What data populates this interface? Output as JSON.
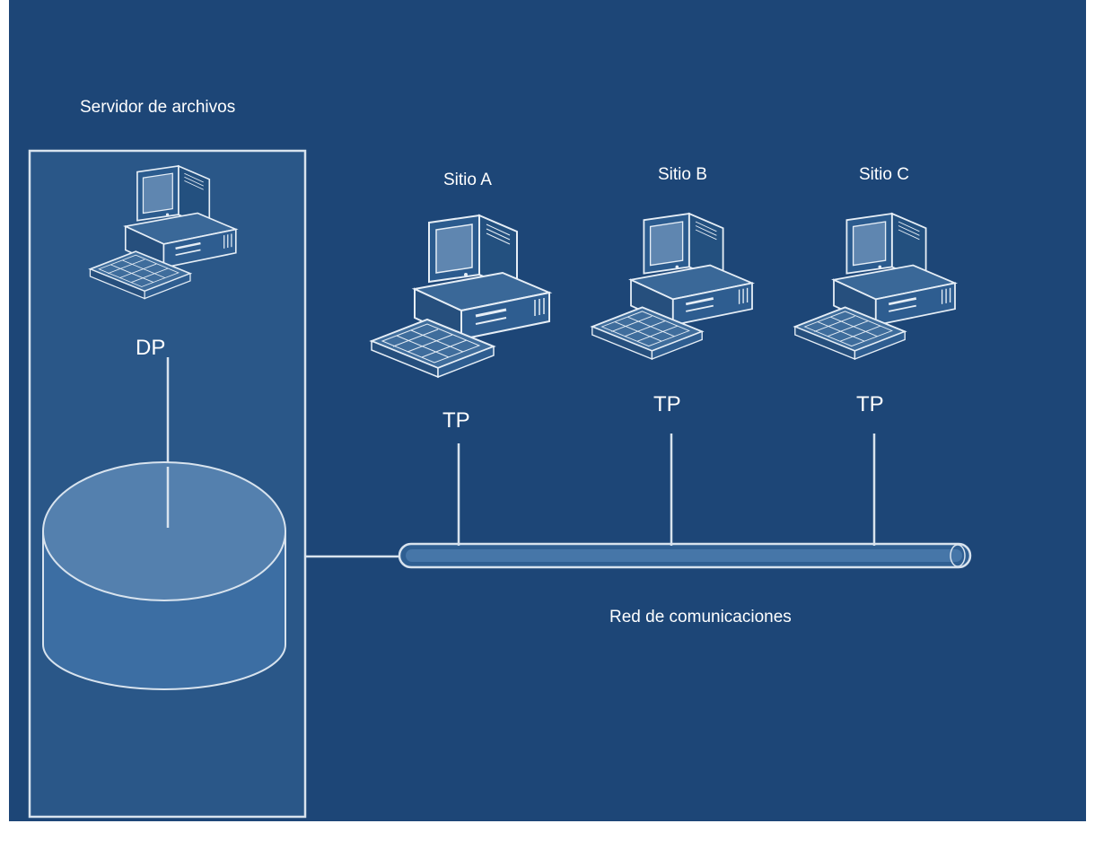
{
  "colors": {
    "background": "#1d4677",
    "panel": "#2a5788",
    "line": "#d8e3ee",
    "text": "#ffffff"
  },
  "server": {
    "title": "Servidor de archivos",
    "label": "DP"
  },
  "sites": [
    {
      "name": "Sitio A",
      "label": "TP"
    },
    {
      "name": "Sitio B",
      "label": "TP"
    },
    {
      "name": "Sitio C",
      "label": "TP"
    }
  ],
  "network": {
    "label": "Red de comunicaciones"
  },
  "icons": {
    "computer": "desktop-computer-icon",
    "storage": "database-cylinder-icon",
    "bus": "network-bus-pipe"
  }
}
